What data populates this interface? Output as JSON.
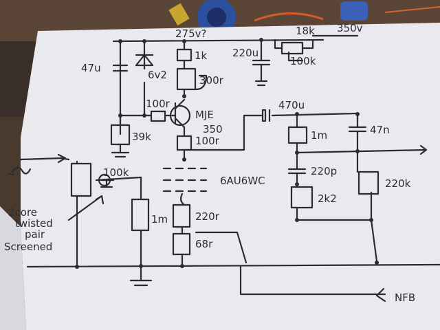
{
  "labels": {
    "supply_275": "275v?",
    "supply_350": "350v",
    "c_47u": "47u",
    "zener": "6v2",
    "r_1k": "1k",
    "r_300r": "300r",
    "c_220u": "220u",
    "r_18k": "18k",
    "r_100k_top": "100k",
    "r_100r_a": "100r",
    "transistor_a": "MJE",
    "transistor_b": "350",
    "r_39k": "39k",
    "r_100r_b": "100r",
    "c_470u": "470u",
    "r_1m_right": "1m",
    "c_47n": "47n",
    "pot": "100k",
    "valve": "6AU6WC",
    "c_220p": "220p",
    "r_220k": "220k",
    "r_2k2": "2k2",
    "cable_1": "2core",
    "cable_2": "twisted",
    "cable_3": "pair",
    "cable_4": "Screened",
    "r_1m_left": "1m",
    "r_220r": "220r",
    "r_68r": "68r",
    "nfb": "NFB",
    "signal_symbol": "~"
  },
  "colors": {
    "paper": "#e9e9ee",
    "ink": "#2b2b35",
    "bench": "#3a2f28"
  }
}
